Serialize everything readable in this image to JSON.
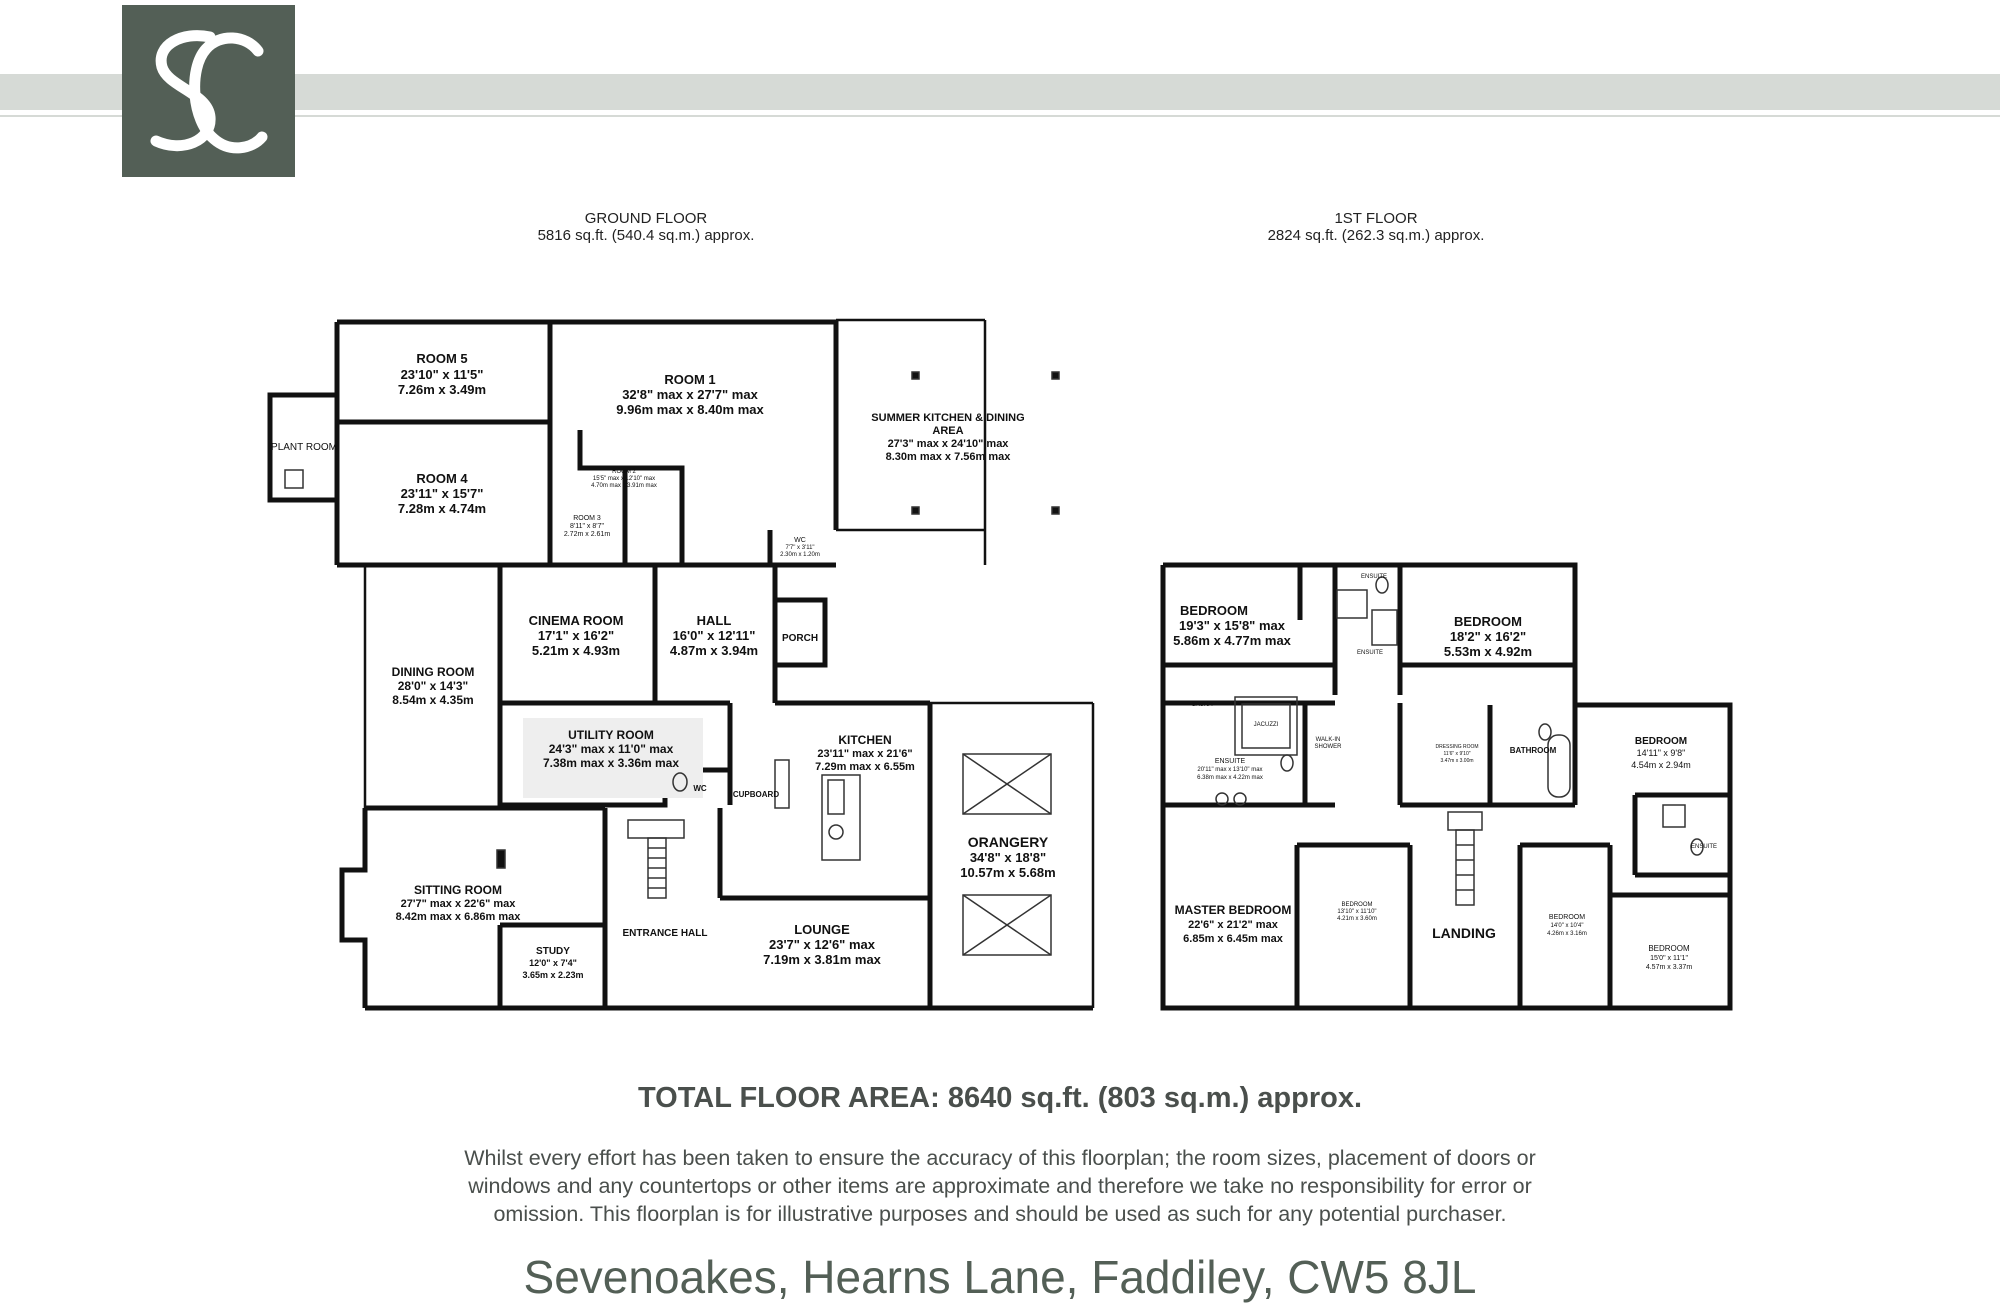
{
  "brand": {
    "logo_text": "SC",
    "color": "#535f56",
    "band_color": "#d6dad6"
  },
  "ground_floor": {
    "title": "GROUND FLOOR",
    "area": "5816 sq.ft. (540.4 sq.m.) approx.",
    "rooms": {
      "room5": [
        "ROOM 5",
        "23'10\" x 11'5\"",
        "7.26m x 3.49m"
      ],
      "room1": [
        "ROOM 1",
        "32'8\" max x 27'7\" max",
        "9.96m max x 8.40m max"
      ],
      "summer": [
        "SUMMER KITCHEN & DINING",
        "AREA",
        "27'3\" max x 24'10\" max",
        "8.30m max x 7.56m max"
      ],
      "plant": [
        "PLANT ROOM"
      ],
      "room4": [
        "ROOM 4",
        "23'11\" x 15'7\"",
        "7.28m x 4.74m"
      ],
      "room2": [
        "ROOM 2",
        "15'5\" max x 12'10\" max",
        "4.70m max x 3.91m max"
      ],
      "room3": [
        "ROOM 3",
        "8'11\" x 8'7\"",
        "2.72m x 2.61m"
      ],
      "wc_top": [
        "WC",
        "7'7\" x 3'11\"",
        "2.30m x 1.20m"
      ],
      "dining": [
        "DINING ROOM",
        "28'0\" x 14'3\"",
        "8.54m x 4.35m"
      ],
      "cinema": [
        "CINEMA ROOM",
        "17'1\" x 16'2\"",
        "5.21m x 4.93m"
      ],
      "hall": [
        "HALL",
        "16'0\" x 12'11\"",
        "4.87m x 3.94m"
      ],
      "porch": [
        "PORCH"
      ],
      "utility": [
        "UTILITY ROOM",
        "24'3\" max x 11'0\" max",
        "7.38m max x 3.36m max"
      ],
      "wc": [
        "WC"
      ],
      "cupboard": [
        "CUPBOARD"
      ],
      "kitchen": [
        "KITCHEN",
        "23'11\" max x 21'6\"",
        "7.29m max x 6.55m"
      ],
      "orangery": [
        "ORANGERY",
        "34'8\" x 18'8\"",
        "10.57m x 5.68m"
      ],
      "sitting": [
        "SITTING ROOM",
        "27'7\" max x 22'6\" max",
        "8.42m max x 6.86m max"
      ],
      "study": [
        "STUDY",
        "12'0\" x 7'4\"",
        "3.65m x 2.23m"
      ],
      "entrance": [
        "ENTRANCE HALL"
      ],
      "lounge": [
        "LOUNGE",
        "23'7\" x 12'6\" max",
        "7.19m x 3.81m max"
      ]
    }
  },
  "first_floor": {
    "title": "1ST FLOOR",
    "area": "2824 sq.ft. (262.3 sq.m.) approx.",
    "rooms": {
      "bed1": [
        "BEDROOM",
        "19'3\" x 15'8\" max",
        "5.86m x 4.77m max"
      ],
      "ensuite_top": [
        "ENSUITE"
      ],
      "ensuite_top2": [
        "ENSUITE"
      ],
      "bed2": [
        "BEDROOM",
        "18'2\" x 16'2\"",
        "5.53m x 4.92m"
      ],
      "sauna": [
        "SAUNA"
      ],
      "jacuzzi": [
        "JACUZZI"
      ],
      "walkin": [
        "WALK-IN",
        "SHOWER"
      ],
      "ensuite_master": [
        "ENSUITE",
        "20'11\" max x 13'10\" max",
        "6.38m max x 4.22m max"
      ],
      "dressing": [
        "DRESSING ROOM",
        "11'6\" x 9'10\"",
        "3.47m x 3.00m"
      ],
      "bathroom": [
        "BATHROOM"
      ],
      "bed3": [
        "BEDROOM",
        "14'11\" x 9'8\"",
        "4.54m x 2.94m"
      ],
      "ensuite_right": [
        "ENSUITE"
      ],
      "master": [
        "MASTER BEDROOM",
        "22'6\" x 21'2\" max",
        "6.85m x 6.45m max"
      ],
      "bed4": [
        "BEDROOM",
        "13'10\" x 11'10\"",
        "4.21m x 3.60m"
      ],
      "landing": [
        "LANDING"
      ],
      "bed5": [
        "BEDROOM",
        "14'0\" x 10'4\"",
        "4.26m x 3.16m"
      ],
      "bed6": [
        "BEDROOM",
        "15'0\" x 11'1\"",
        "4.57m x 3.37m"
      ]
    }
  },
  "total_area": "TOTAL FLOOR AREA: 8640 sq.ft. (803 sq.m.) approx.",
  "disclaimer": [
    "Whilst every effort has been taken to ensure the accuracy of this floorplan; the room sizes, placement of doors or",
    "windows and any countertops or other items are approximate and therefore we take no responsibility for error or",
    "omission. This floorplan is for illustrative purposes and should be used as such for any potential purchaser."
  ],
  "address": "Sevenoakes, Hearns Lane, Faddiley, CW5 8JL"
}
